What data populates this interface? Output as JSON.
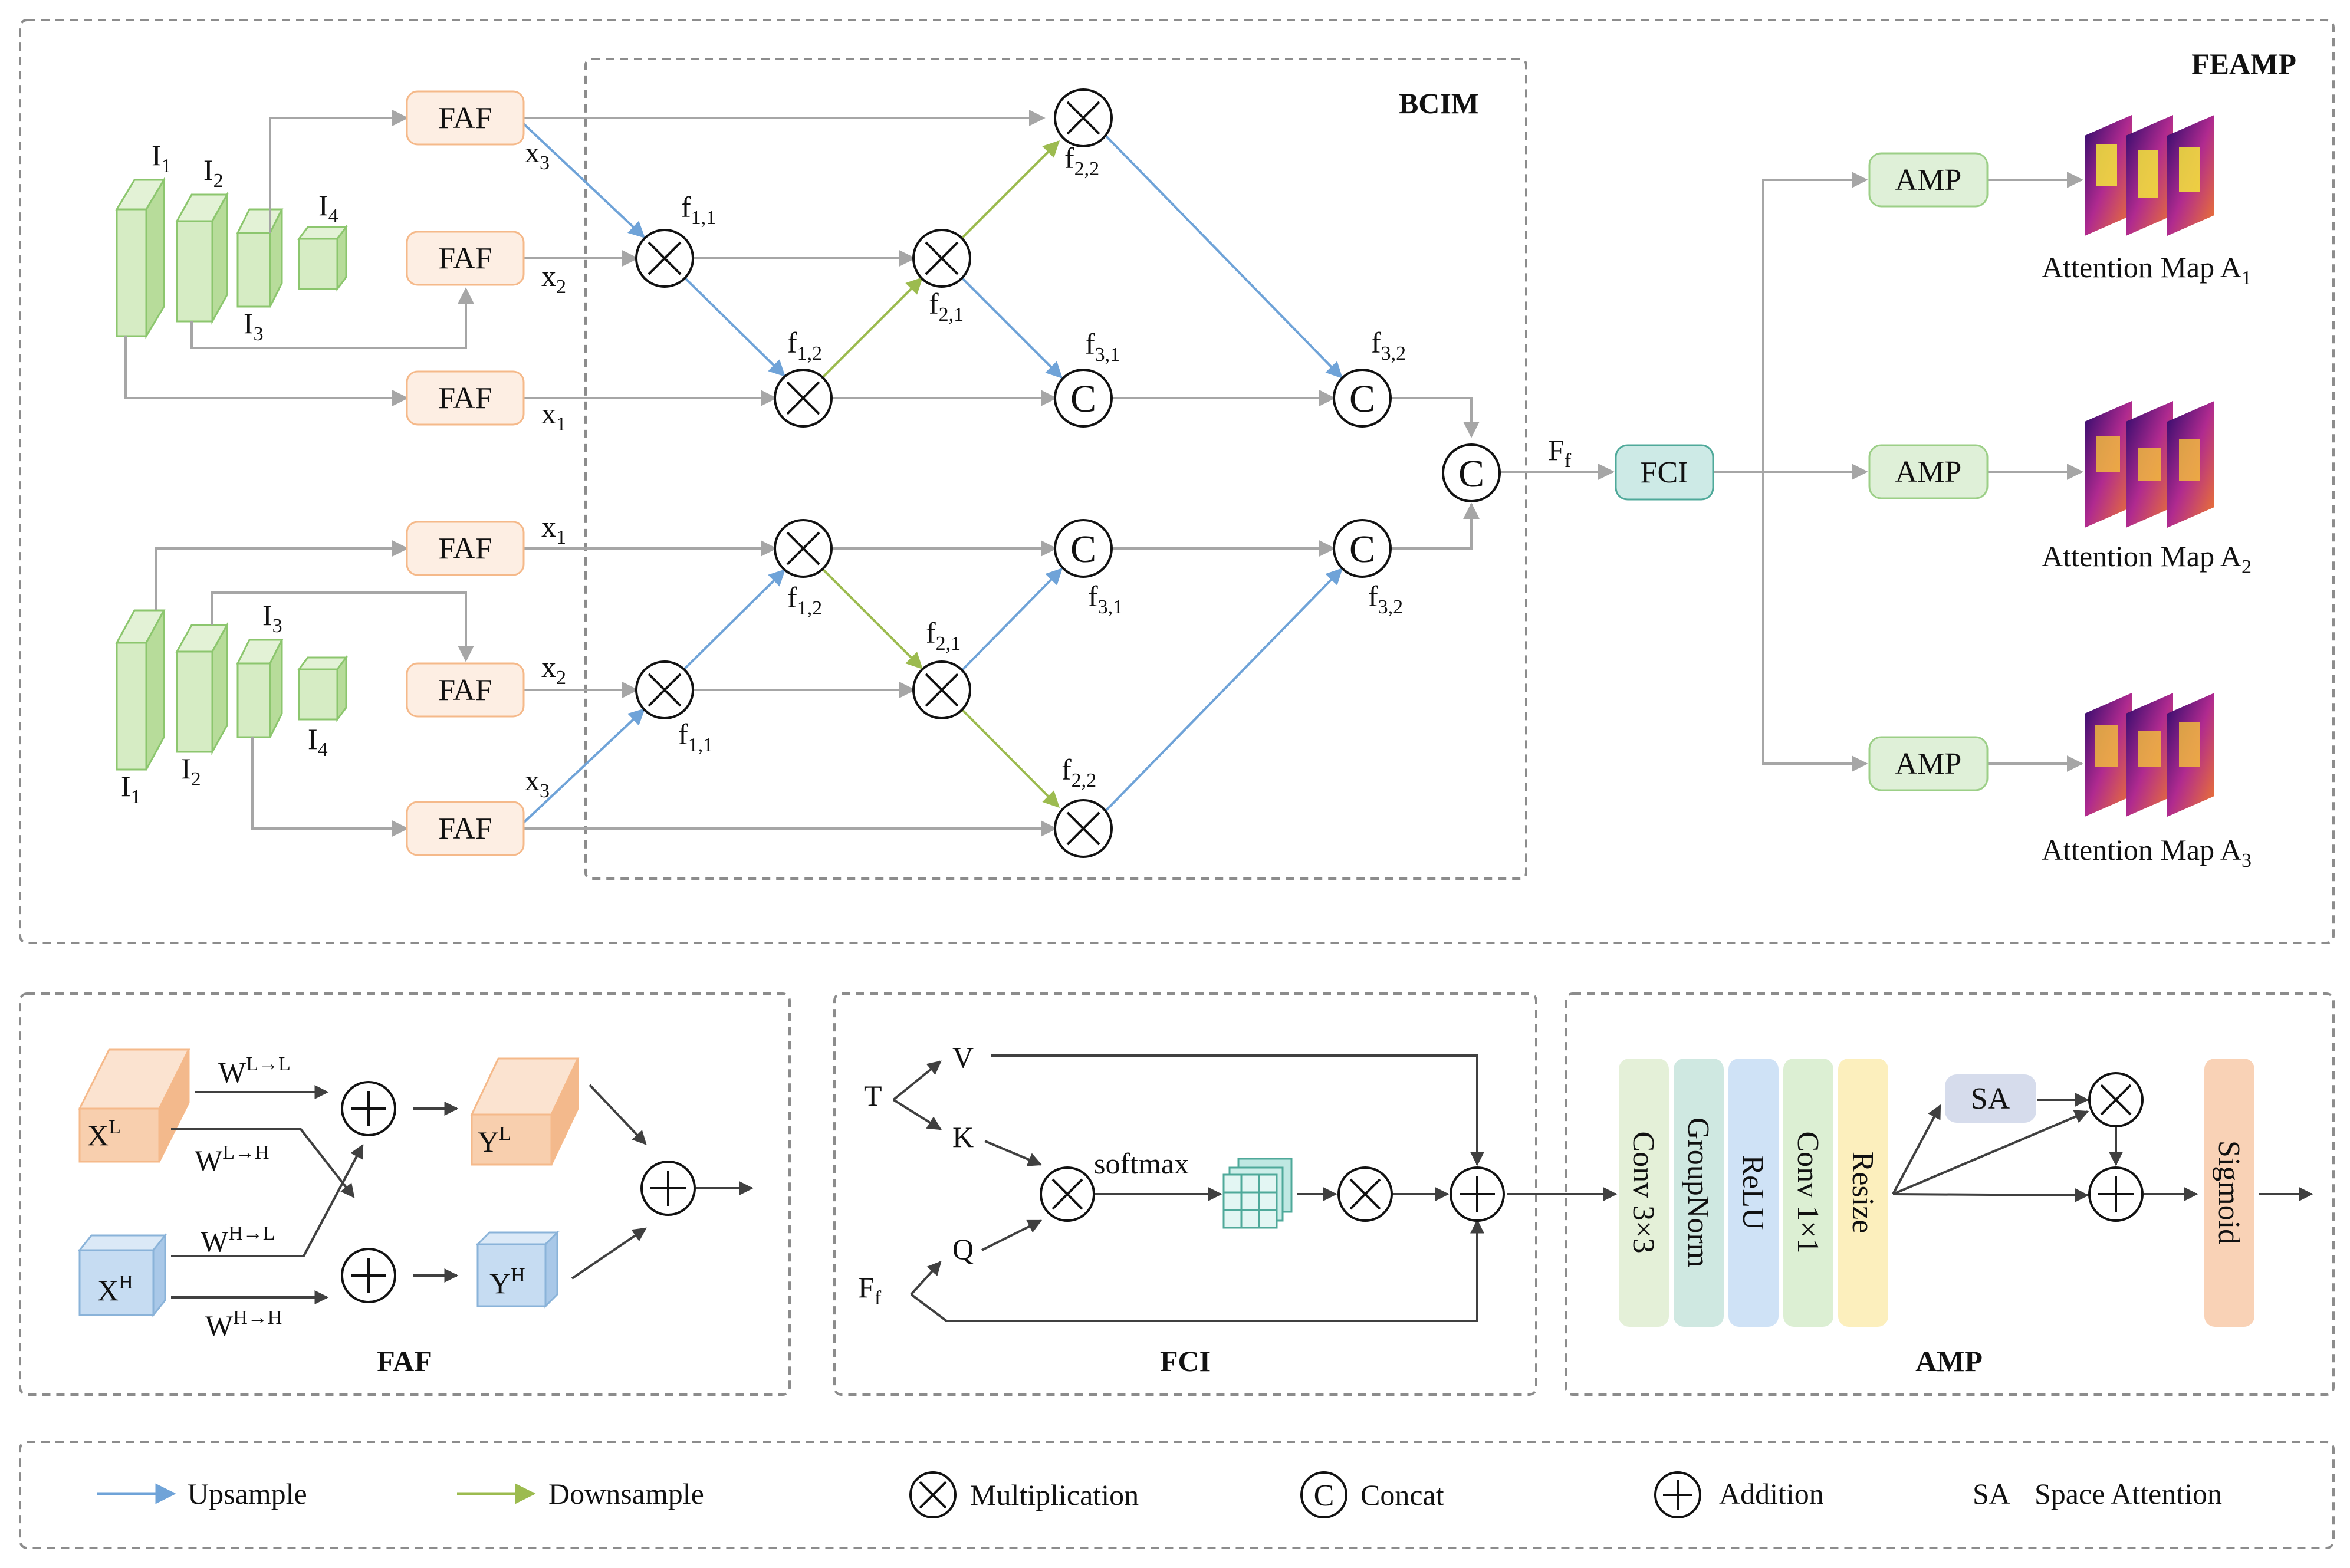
{
  "title": "FEAMP",
  "bcim_title": "BCIM",
  "faf_label": "FAF",
  "fci_label": "FCI",
  "amp_label": "AMP",
  "features": {
    "I1": [
      "I",
      "1"
    ],
    "I2": [
      "I",
      "2"
    ],
    "I3": [
      "I",
      "3"
    ],
    "I4": [
      "I",
      "4"
    ]
  },
  "flow_labels": {
    "x1": [
      "x",
      "1"
    ],
    "x2": [
      "x",
      "2"
    ],
    "x3": [
      "x",
      "3"
    ],
    "f11": [
      "f",
      "1,1"
    ],
    "f12": [
      "f",
      "1,2"
    ],
    "f21": [
      "f",
      "2,1"
    ],
    "f22": [
      "f",
      "2,2"
    ],
    "f31": [
      "f",
      "3,1"
    ],
    "f32": [
      "f",
      "3,2"
    ],
    "Ff": [
      "F",
      "f"
    ]
  },
  "attention_maps": [
    {
      "label": "Attention Map A",
      "sub": "1"
    },
    {
      "label": "Attention Map A",
      "sub": "2"
    },
    {
      "label": "Attention Map A",
      "sub": "3"
    }
  ],
  "faf_panel": {
    "title": "FAF",
    "XL": [
      "X",
      "L"
    ],
    "XH": [
      "X",
      "H"
    ],
    "YL": [
      "Y",
      "L"
    ],
    "YH": [
      "Y",
      "H"
    ],
    "W_LL": [
      "W",
      "L→L"
    ],
    "W_LH": [
      "W",
      "L→H"
    ],
    "W_HL": [
      "W",
      "H→L"
    ],
    "W_HH": [
      "W",
      "H→H"
    ]
  },
  "fci_panel": {
    "title": "FCI",
    "T": "T",
    "V": "V",
    "K": "K",
    "Q": "Q",
    "Ff": [
      "F",
      "f"
    ],
    "softmax": "softmax"
  },
  "amp_panel": {
    "title": "AMP",
    "layers": [
      "Conv 3×3",
      "GroupNorm",
      "ReLU",
      "Conv 1×1",
      "Resize"
    ],
    "sa": "SA",
    "sigmoid": "Sigmoid"
  },
  "legend": {
    "upsample": "Upsample",
    "downsample": "Downsample",
    "multiplication": "Multiplication",
    "concat": "Concat",
    "addition": "Addition",
    "sa_abbr": "SA",
    "space_attention": "Space Attention"
  },
  "colors": {
    "upsample": "#6fa3d8",
    "downsample": "#9cbb4f",
    "arrow_gray": "#a6a6a6",
    "faf_fill": "#fdeee3",
    "faf_stroke": "#f5b98a",
    "feature_fill": "#d6ecc4",
    "feature_stroke": "#8cc66e",
    "amp_fill": "#dff0d8",
    "amp_stroke": "#9ccf87",
    "fci_fill": "#cdeae6",
    "fci_stroke": "#4fa99a"
  }
}
